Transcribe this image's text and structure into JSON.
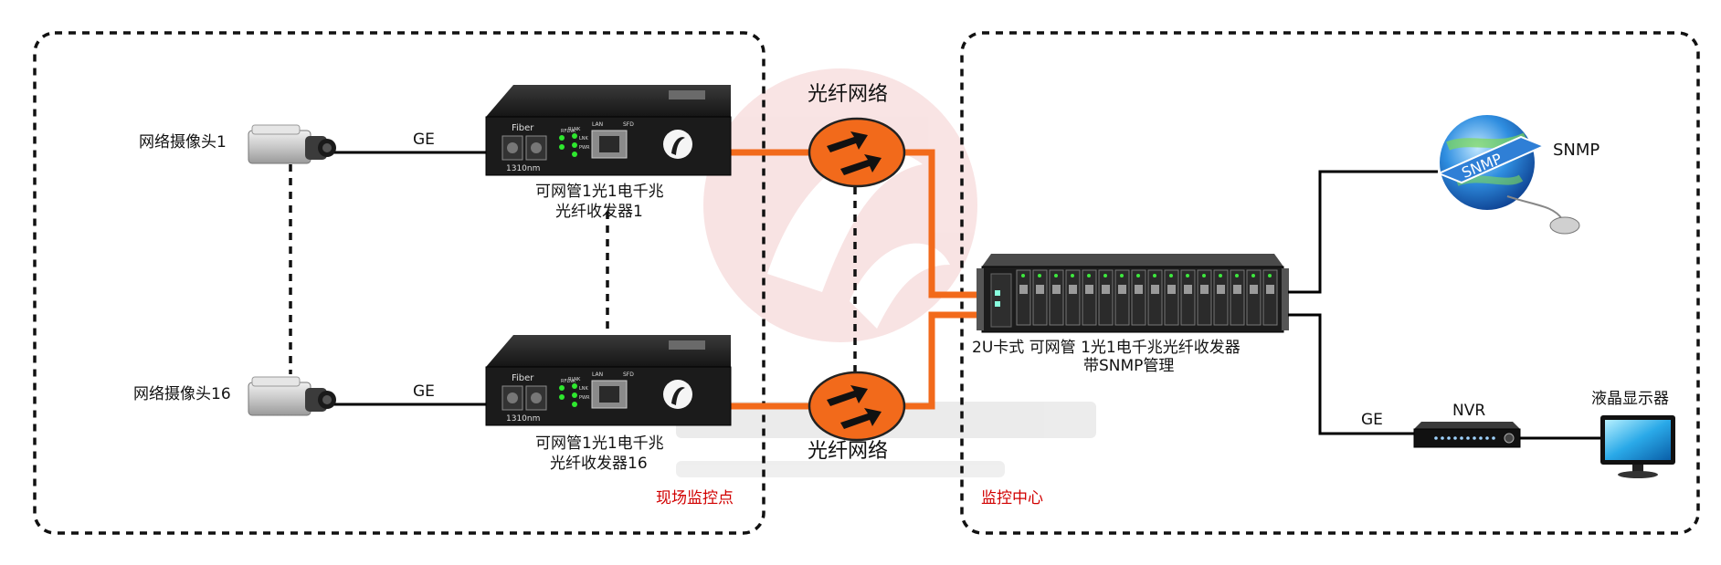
{
  "zones": {
    "site": {
      "label": "现场监控点"
    },
    "center": {
      "label": "监控中心"
    }
  },
  "cameras": [
    {
      "label": "网络摄像头1",
      "link": "GE"
    },
    {
      "label": "网络摄像头16",
      "link": "GE"
    }
  ],
  "converters": [
    {
      "line1": "可网管1光1电千兆",
      "line2": "光纤收发器1",
      "front_fiber": "Fiber",
      "front_wavelength": "1310nm",
      "port_lan": "LAN",
      "port_sfd": "SFD",
      "led_a": "RFLNK",
      "led_b": "RLNK",
      "led_c": "LNK",
      "led_d": "PWR"
    },
    {
      "line1": "可网管1光1电千兆",
      "line2": "光纤收发器16",
      "front_fiber": "Fiber",
      "front_wavelength": "1310nm",
      "port_lan": "LAN",
      "port_sfd": "SFD",
      "led_a": "RFLNK",
      "led_b": "RLNK",
      "led_c": "LNK",
      "led_d": "PWR"
    }
  ],
  "networks": [
    {
      "label": "光纤网络"
    },
    {
      "label": "光纤网络"
    }
  ],
  "chassis": {
    "line1": "2U卡式 可网管 1光1电千兆光纤收发器",
    "line2": "带SNMP管理"
  },
  "snmp": {
    "label": "SNMP",
    "globe_text": "SNMP"
  },
  "nvr": {
    "label": "NVR",
    "link": "GE"
  },
  "monitor": {
    "label": "液晶显示器"
  },
  "colors": {
    "fiber": "#f26a1b",
    "zone_label": "#d10000",
    "link": "#000000"
  }
}
